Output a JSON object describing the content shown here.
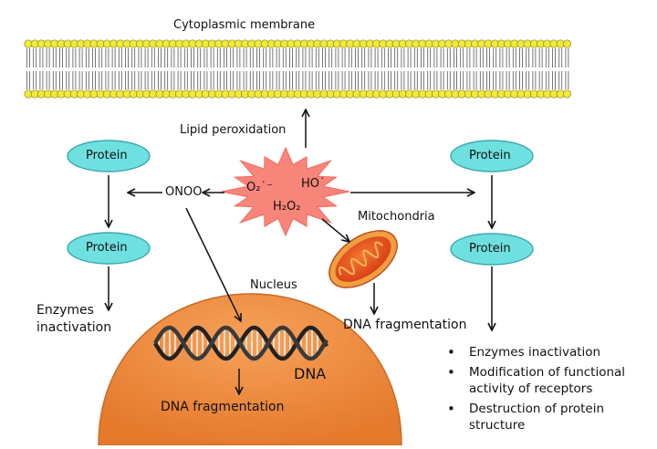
{
  "membrane": {
    "label": "Cytoplasmic membrane"
  },
  "center": {
    "lipid_peroxidation": "Lipid peroxidation",
    "superoxide": "O₂˙⁻",
    "hydroxyl": "HO˙",
    "peroxide": "H₂O₂",
    "peroxynitrite": "ONOO"
  },
  "left_branch": {
    "protein_top": "Protein",
    "protein_bottom": "Protein",
    "outcome_line1": "Enzymes",
    "outcome_line2": "inactivation"
  },
  "right_branch": {
    "protein_top": "Protein",
    "protein_bottom": "Protein",
    "outcomes": [
      "Enzymes inactivation",
      "Modification of functional activity of receptors",
      "Destruction of protein structure"
    ]
  },
  "mitochondria": {
    "label": "Mitochondria",
    "outcome": "DNA fragmentation"
  },
  "nucleus": {
    "label": "Nucleus",
    "dna_label": "DNA",
    "outcome": "DNA fragmentation"
  },
  "colors": {
    "lipid_head": "#f2ea3a",
    "protein_fill": "#6fe0e0",
    "ros_burst": "#f7857a",
    "nucleus": "#ef8a3e",
    "mitochondria": "#e8461e"
  }
}
